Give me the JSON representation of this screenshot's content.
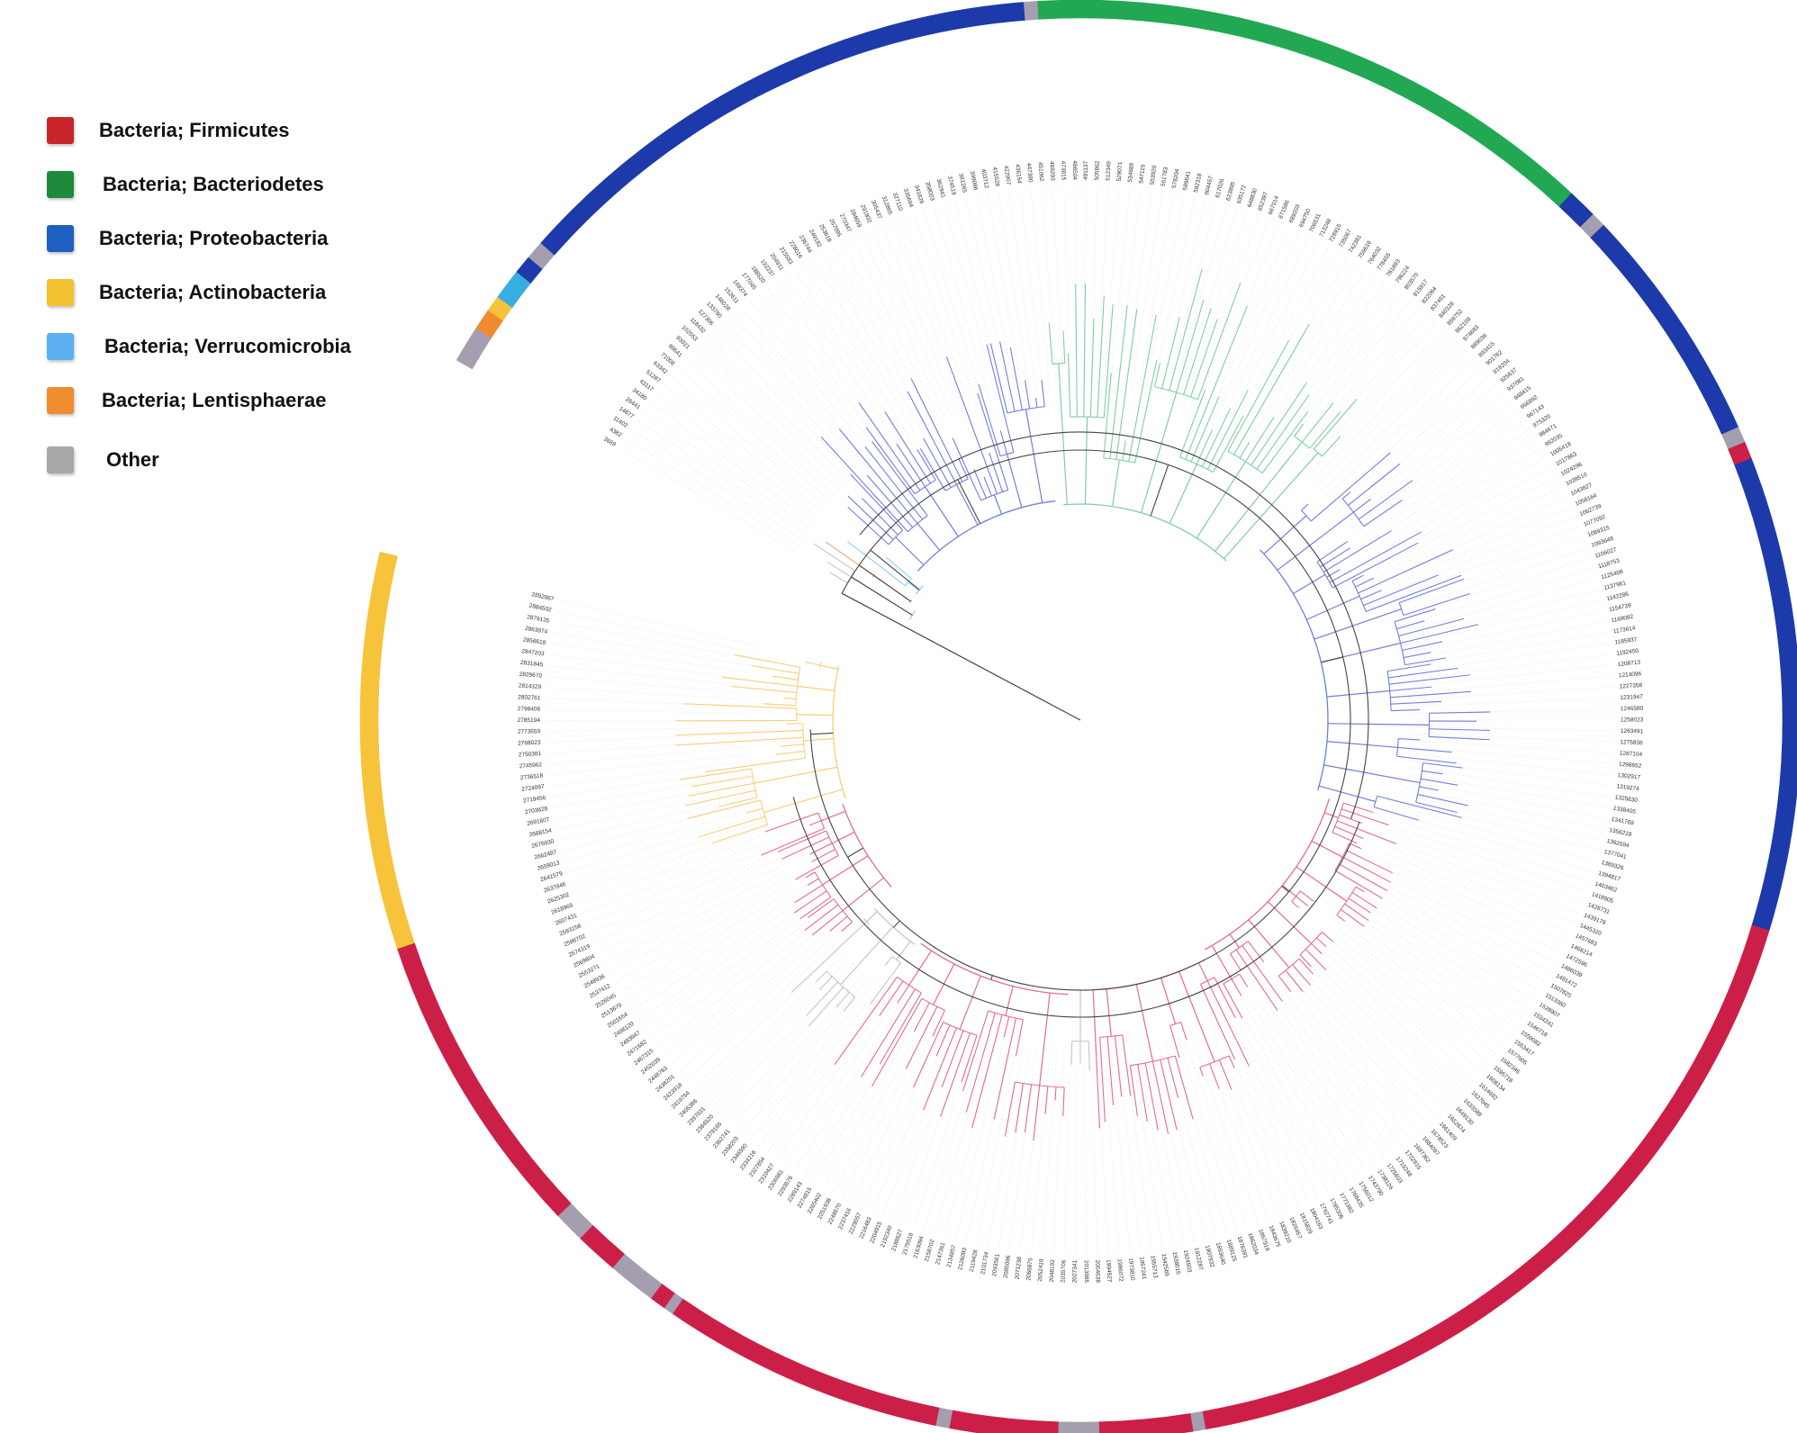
{
  "legend": [
    {
      "key": "firmicutes",
      "label": "Bacteria; Firmicutes",
      "color": "#c8252b"
    },
    {
      "key": "bacteroidetes",
      "label": "Bacteria; Bacteriodetes",
      "color": "#1e8a3c"
    },
    {
      "key": "proteobacteria",
      "label": "Bacteria; Proteobacteria",
      "color": "#1f5fbf"
    },
    {
      "key": "actinobacteria",
      "label": "Bacteria; Actinobacteria",
      "color": "#f2c230"
    },
    {
      "key": "verrucomicrobia",
      "label": "Bacteria; Verrucomicrobia",
      "color": "#5ab0f0"
    },
    {
      "key": "lentisphaerae",
      "label": "Bacteria; Lentisphaerae",
      "color": "#f08c30"
    },
    {
      "key": "other",
      "label": "Other",
      "color": "#a8a8a8"
    }
  ],
  "ring_colors": {
    "firmicutes": "#cc1f48",
    "bacteroidetes": "#22a853",
    "proteobacteria": "#1c3aa9",
    "actinobacteria": "#f7c33a",
    "verrucomicrobia": "#38aee0",
    "lentisphaerae": "#f08a2e",
    "other": "#a49eae"
  },
  "branch_colors": {
    "firmicutes": "#e36d86",
    "bacteroidetes": "#7fcfa0",
    "proteobacteria": "#6f7fdc",
    "actinobacteria": "#f6cf7a",
    "verrucomicrobia": "#8fd0ef",
    "lentisphaerae": "#f3a97a",
    "other": "#c6c6c6",
    "backbone": "#444444"
  },
  "ring_segments": [
    {
      "group": "other",
      "start": -150,
      "end": -147
    },
    {
      "group": "lentisphaerae",
      "start": -147,
      "end": -145.3
    },
    {
      "group": "actinobacteria",
      "start": -145.3,
      "end": -144
    },
    {
      "group": "verrucomicrobia",
      "start": -144,
      "end": -141.5
    },
    {
      "group": "proteobacteria",
      "start": -141.5,
      "end": -140
    },
    {
      "group": "other",
      "start": -140,
      "end": -138.5
    },
    {
      "group": "proteobacteria",
      "start": -138.5,
      "end": -94.5
    },
    {
      "group": "other",
      "start": -94.5,
      "end": -93.4
    },
    {
      "group": "bacteroidetes",
      "start": -93.4,
      "end": -47
    },
    {
      "group": "proteobacteria",
      "start": -47,
      "end": -44.6
    },
    {
      "group": "other",
      "start": -44.6,
      "end": -43.4
    },
    {
      "group": "proteobacteria",
      "start": -43.4,
      "end": -24
    },
    {
      "group": "other",
      "start": -24,
      "end": -22.7
    },
    {
      "group": "firmicutes",
      "start": -22.7,
      "end": -21.3
    },
    {
      "group": "proteobacteria",
      "start": -21.3,
      "end": 17
    },
    {
      "group": "firmicutes",
      "start": 17,
      "end": 80
    },
    {
      "group": "other",
      "start": 80,
      "end": 81
    },
    {
      "group": "firmicutes",
      "start": 81,
      "end": 88.5
    },
    {
      "group": "other",
      "start": 88.5,
      "end": 91.8
    },
    {
      "group": "firmicutes",
      "start": 91.8,
      "end": 100.5
    },
    {
      "group": "other",
      "start": 100.5,
      "end": 101.6
    },
    {
      "group": "firmicutes",
      "start": 101.6,
      "end": 124.5
    },
    {
      "group": "other",
      "start": 124.5,
      "end": 125.3
    },
    {
      "group": "firmicutes",
      "start": 125.3,
      "end": 126.6
    },
    {
      "group": "other",
      "start": 126.6,
      "end": 130.5
    },
    {
      "group": "firmicutes",
      "start": 130.5,
      "end": 134
    },
    {
      "group": "other",
      "start": 134,
      "end": 136.5
    },
    {
      "group": "firmicutes",
      "start": 136.5,
      "end": 161.5
    },
    {
      "group": "actinobacteria",
      "start": 161.5,
      "end": 193.5
    }
  ],
  "clades": [
    {
      "group": "bacteroidetes",
      "start": -95,
      "end": -47,
      "base": 240,
      "tip": 520
    },
    {
      "group": "proteobacteria",
      "start": -138,
      "end": -96,
      "base": 245,
      "tip": 430
    },
    {
      "group": "verrucomicrobia",
      "start": -143,
      "end": -139,
      "base": 230,
      "tip": 360
    },
    {
      "group": "lentisphaerae",
      "start": -146,
      "end": -144,
      "base": 230,
      "tip": 360
    },
    {
      "group": "other",
      "start": -150,
      "end": -146,
      "base": 220,
      "tip": 355
    },
    {
      "group": "proteobacteria",
      "start": -44,
      "end": 17,
      "base": 275,
      "tip": 455
    },
    {
      "group": "firmicutes",
      "start": 17,
      "end": 62,
      "base": 290,
      "tip": 390
    },
    {
      "group": "firmicutes",
      "start": 62,
      "end": 88,
      "base": 300,
      "tip": 470
    },
    {
      "group": "other",
      "start": 88,
      "end": 92,
      "base": 300,
      "tip": 390
    },
    {
      "group": "firmicutes",
      "start": 92,
      "end": 126,
      "base": 305,
      "tip": 470
    },
    {
      "group": "other",
      "start": 126,
      "end": 138,
      "base": 310,
      "tip": 455
    },
    {
      "group": "firmicutes",
      "start": 138,
      "end": 161,
      "base": 280,
      "tip": 385
    },
    {
      "group": "actinobacteria",
      "start": 161,
      "end": 193,
      "base": 275,
      "tip": 450
    }
  ],
  "tip_labels": [
    "3669",
    "4382",
    "11402",
    "14877",
    "26441",
    "34180",
    "43117",
    "51287",
    "63342",
    "71008",
    "89641",
    "93021",
    "102553",
    "118432",
    "127306",
    "133780",
    "146028",
    "152611",
    "169374",
    "177045",
    "188520",
    "192237",
    "204911",
    "215583",
    "228016",
    "236744",
    "249182",
    "253618",
    "267095",
    "270347",
    "284659",
    "291802",
    "305437",
    "312865",
    "327110",
    "335694",
    "341826",
    "358003",
    "362941",
    "374519",
    "381265",
    "399086",
    "403712",
    "415528",
    "422907",
    "436154",
    "447380",
    "451062",
    "468293",
    "473815",
    "486504",
    "491137",
    "505862",
    "512349",
    "529071",
    "534688",
    "547115",
    "553920",
    "561783",
    "578204",
    "589641",
    "592318",
    "604457",
    "617026",
    "623895",
    "635172",
    "648830",
    "652397",
    "667014",
    "671586",
    "689203",
    "694750",
    "706631",
    "713248",
    "728915",
    "735067",
    "742381",
    "759616",
    "764032",
    "778455",
    "781893",
    "796224",
    "803570",
    "815917",
    "822064",
    "837491",
    "840328",
    "859752",
    "862109",
    "874683",
    "889036",
    "893415",
    "901762",
    "918204",
    "925637",
    "937081",
    "948415",
    "956892",
    "967143",
    "975320",
    "984671",
    "992035",
    "1005418",
    "1017863",
    "1024296",
    "1039510",
    "1043827",
    "1058164",
    "1062739",
    "1077092",
    "1089315",
    "1093648",
    "1106027",
    "1118753",
    "1125408",
    "1137961",
    "1142286",
    "1154739",
    "1169082",
    "1173614",
    "1185937",
    "1192450",
    "1208713",
    "1214096",
    "1227358",
    "1231947",
    "1246580",
    "1258023",
    "1263491",
    "1275836",
    "1287104",
    "1298652",
    "1302917",
    "1319274",
    "1325630",
    "1338405",
    "1341769",
    "1356218",
    "1362594",
    "1377041",
    "1389326",
    "1394817",
    "1403462",
    "1418905",
    "1426731",
    "1439178",
    "1445320",
    "1457683",
    "1468214",
    "1472596",
    "1486039",
    "1491472",
    "1507825",
    "1513360",
    "1528907",
    "1534241",
    "1546718",
    "1559082",
    "1563417",
    "1577905",
    "1582346",
    "1595718",
    "1608134",
    "1614692",
    "1627045",
    "1633589",
    "1649130",
    "1652874",
    "1661409",
    "1678523",
    "1684097",
    "1697362",
    "1702815",
    "1719248",
    "1725603",
    "1738126",
    "1743790",
    "1756012",
    "1768435",
    "1771982",
    "1785306",
    "1792741",
    "1804163",
    "1815829",
    "1826457",
    "1839210",
    "1843675",
    "1857918",
    "1862034",
    "1876391",
    "1889125",
    "1893640",
    "1907832",
    "1912287",
    "1924503",
    "1938016",
    "1942569",
    "1955713",
    "1967241",
    "1973810",
    "1986072",
    "1994527",
    "2004638",
    "2013985",
    "2027341",
    "2035706",
    "2048192",
    "2052419",
    "2066875",
    "2071238",
    "2085096",
    "2093561",
    "2101734",
    "2119428",
    "2126093",
    "2134857",
    "2147361",
    "2158702",
    "2163094",
    "2175518",
    "2188627",
    "2192340",
    "2204915",
    "2216483",
    "2229057",
    "2237416",
    "2248670",
    "2251938",
    "2265402",
    "2274815",
    "2289143",
    "2293576",
    "2306981",
    "2310427",
    "2327854",
    "2334216",
    "2346590",
    "2358203",
    "2362741",
    "2379165",
    "2384520",
    "2397031",
    "2405386",
    "2419754",
    "2423918",
    "2436201",
    "2448763",
    "2452039",
    "2467315",
    "2471682",
    "2483947",
    "2498120",
    "2501654",
    "2513879",
    "2526045",
    "2537412",
    "2548936",
    "2553271",
    "2569804",
    "2574319",
    "2586702",
    "2593158",
    "2607431",
    "2618965",
    "2625302",
    "2637846",
    "2641579",
    "2659013",
    "2662487",
    "2676930",
    "2688154",
    "2691607",
    "2703828",
    "2719456",
    "2724097",
    "2736518",
    "2745962",
    "2750381",
    "2768023",
    "2773659",
    "2785194",
    "2798406",
    "2802761",
    "2814329",
    "2829670",
    "2831845",
    "2847203",
    "2856618",
    "2863974",
    "2879135",
    "2884502",
    "2892867"
  ]
}
